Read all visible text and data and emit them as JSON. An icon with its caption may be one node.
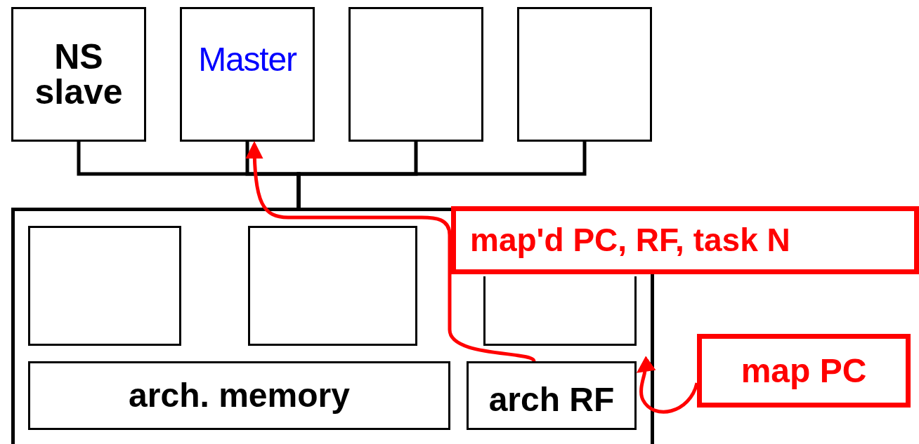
{
  "diagram": {
    "nodes": [
      {
        "text": [
          "NS slave"
        ]
      },
      {
        "text": [
          "Master"
        ]
      },
      {
        "text": [],
        "shape": "box"
      },
      {
        "text": [],
        "shape": "box"
      },
      {
        "text": [],
        "shape": "box"
      },
      {
        "text": [],
        "shape": "box",
        "in": 4
      },
      {
        "text": [],
        "shape": "box",
        "in": 4
      },
      {
        "text": [],
        "shape": "box",
        "in": 4
      },
      {
        "text": [
          "arch. memory"
        ],
        "in": 4
      },
      {
        "text": [
          "arch RF"
        ],
        "in": 4
      },
      {
        "text": [
          "map'd PC, RF, task N"
        ]
      },
      {
        "text": [
          "map PC"
        ]
      }
    ],
    "edges": [
      {
        "from": 0,
        "to": 4,
        "arrow": "none"
      },
      {
        "from": 1,
        "to": 4,
        "arrow": "none"
      },
      {
        "from": 2,
        "to": 4,
        "arrow": "none"
      },
      {
        "from": 3,
        "to": 4,
        "arrow": "none"
      },
      {
        "from": 9,
        "to": 1,
        "arrow": "to",
        "color": "#ff0000"
      },
      {
        "from": 11,
        "to": 9,
        "arrow": "to",
        "color": "#ff0000"
      }
    ]
  }
}
